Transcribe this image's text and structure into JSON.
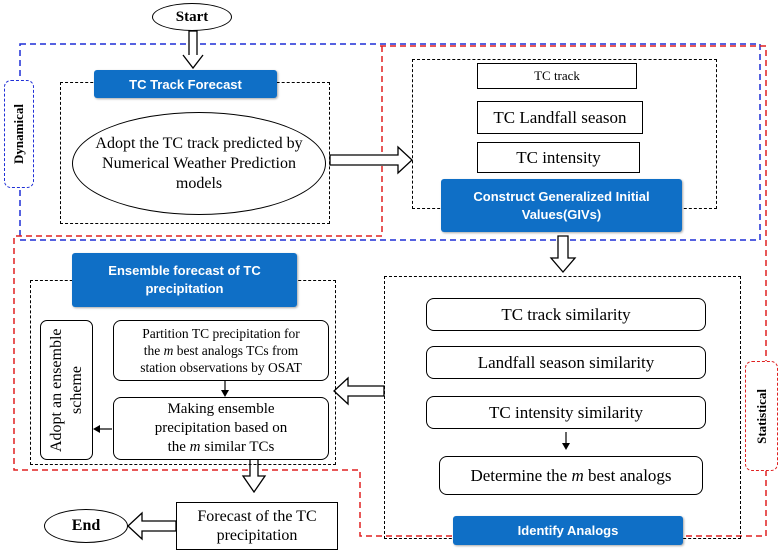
{
  "start": "Start",
  "end": "End",
  "labels": {
    "dynamical": "Dynamical",
    "statistical": "Statistical"
  },
  "headers": {
    "track_forecast": "TC Track Forecast",
    "construct_givs": "Construct Generalized Initial Values(GIVs)",
    "ensemble_forecast": "Ensemble forecast of TC precipitation",
    "identify_analogs": "Identify Analogs"
  },
  "track_forecast_text": "Adopt the TC track predicted by Numerical Weather Prediction models",
  "givs": [
    "TC track",
    "TC Landfall season",
    "TC intensity"
  ],
  "similarity": [
    "TC track similarity",
    "Landfall season similarity",
    "TC intensity similarity"
  ],
  "best_analogs": {
    "before": "Determine the ",
    "m": "m",
    "after": " best analogs"
  },
  "partition": {
    "line1": "Partition TC precipitation for",
    "the": "the ",
    "m": "m",
    "line2_rest": " best analogs TCs from",
    "line3": "station observations by OSAT"
  },
  "making": {
    "line1": "Making ensemble",
    "line2": "precipitation based on",
    "the": "the ",
    "m": "m",
    "line3_rest": " similar TCs"
  },
  "ensemble_scheme": "Adopt an ensemble scheme",
  "final_output": "Forecast of the TC precipitation",
  "colors": {
    "blue_region": "#1f2fd6",
    "red_region": "#e02020",
    "header_fill": "#0f6fc6"
  }
}
